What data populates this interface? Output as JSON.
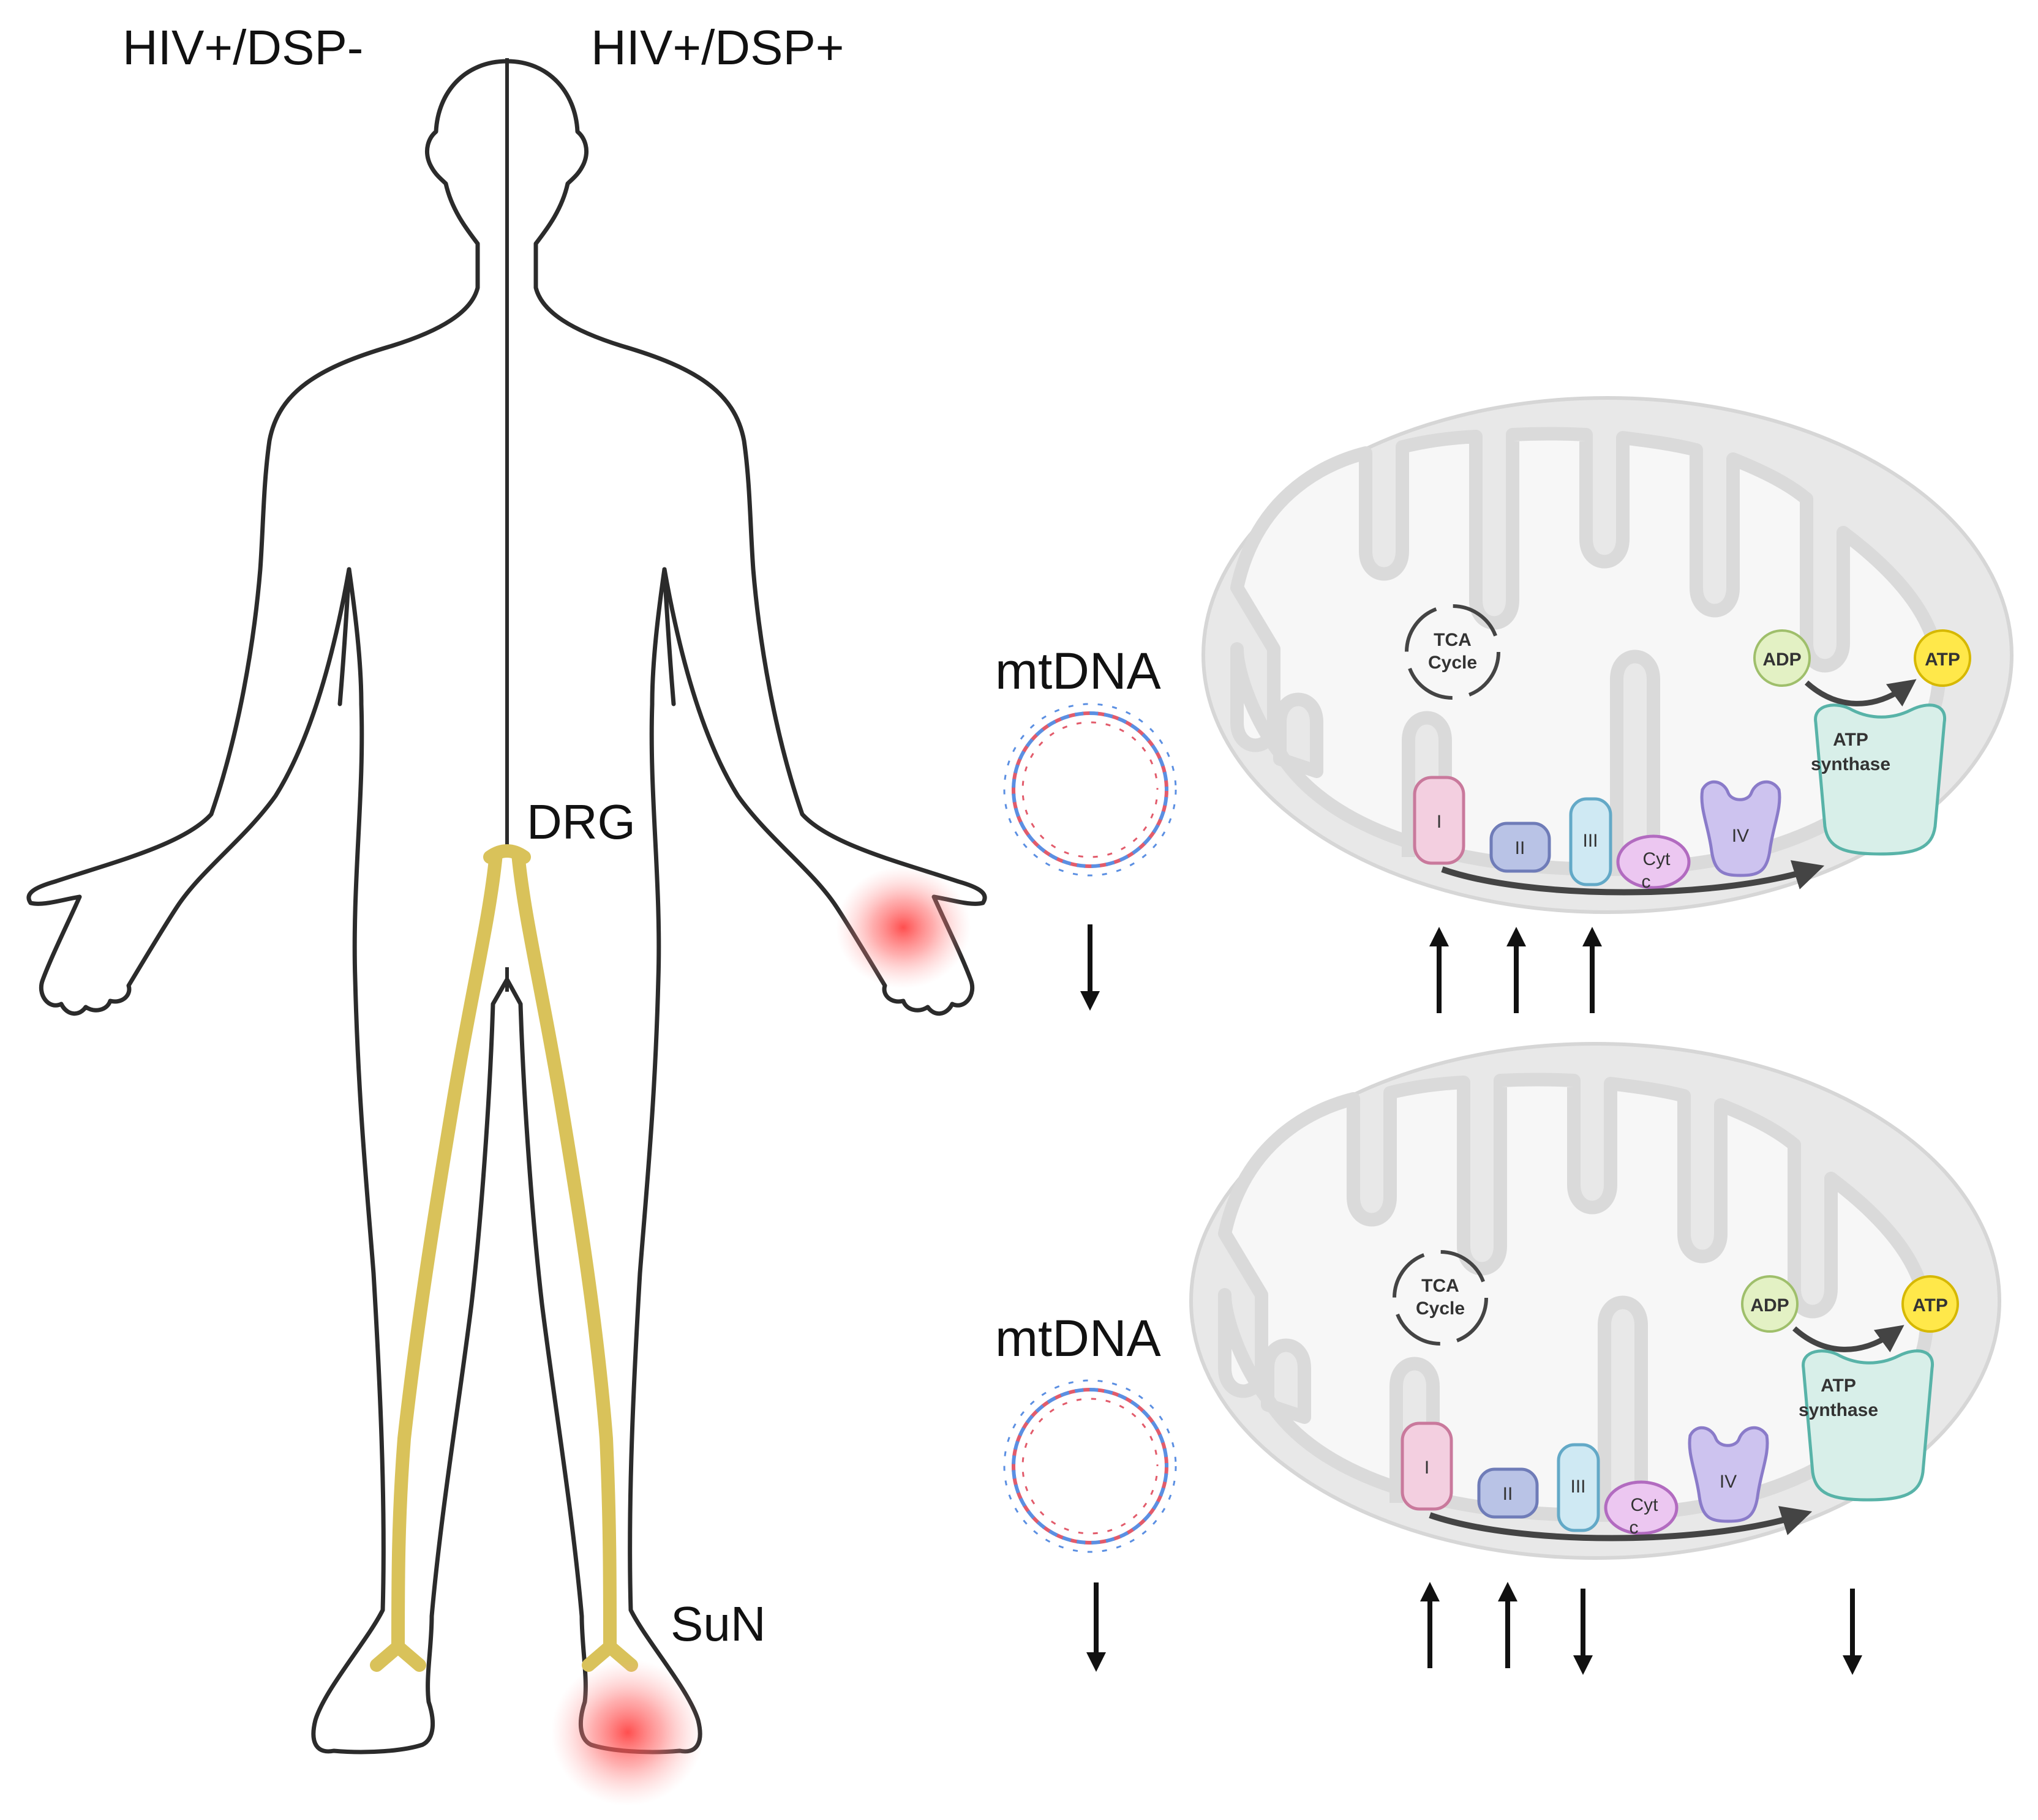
{
  "labels": {
    "left_group": "HIV+/DSP-",
    "right_group": "HIV+/DSP+",
    "drg": "DRG",
    "sun": "SuN"
  },
  "panels": [
    {
      "id": "drg",
      "mtdna_label": "mtDNA",
      "mtdna_change": "down",
      "tca_line1": "TCA",
      "tca_line2": "Cycle",
      "adp": "ADP",
      "atp": "ATP",
      "atp_synthase_line1": "ATP",
      "atp_synthase_line2": "synthase",
      "complexes": [
        "I",
        "II",
        "III",
        "Cyt",
        "c",
        "IV"
      ],
      "complex_changes": [
        {
          "complex": "I",
          "change": "up"
        },
        {
          "complex": "II",
          "change": "up"
        },
        {
          "complex": "III",
          "change": "up"
        }
      ]
    },
    {
      "id": "sun",
      "mtdna_label": "mtDNA",
      "mtdna_change": "down",
      "tca_line1": "TCA",
      "tca_line2": "Cycle",
      "adp": "ADP",
      "atp": "ATP",
      "atp_synthase_line1": "ATP",
      "atp_synthase_line2": "synthase",
      "complexes": [
        "I",
        "II",
        "III",
        "Cyt",
        "c",
        "IV"
      ],
      "complex_changes": [
        {
          "complex": "I",
          "change": "up"
        },
        {
          "complex": "II",
          "change": "up"
        },
        {
          "complex": "III",
          "change": "down"
        },
        {
          "complex": "ATP synthase",
          "change": "down"
        }
      ]
    }
  ],
  "colors": {
    "outline": "#2b2b2b",
    "nerve": "#d9c25a",
    "pain": "#ff3b3b",
    "membrane": "#e0e0e0",
    "matrix": "#f7f7f7",
    "complex_I": "#f3cfe0",
    "complex_II": "#b9c3e6",
    "complex_III": "#cfe9f3",
    "cyt_c": "#ecc7f1",
    "complex_IV": "#cdc3ef",
    "atp_synthase": "#d8efe9",
    "adp": "#e3f1c4",
    "atp": "#ffe84a"
  }
}
